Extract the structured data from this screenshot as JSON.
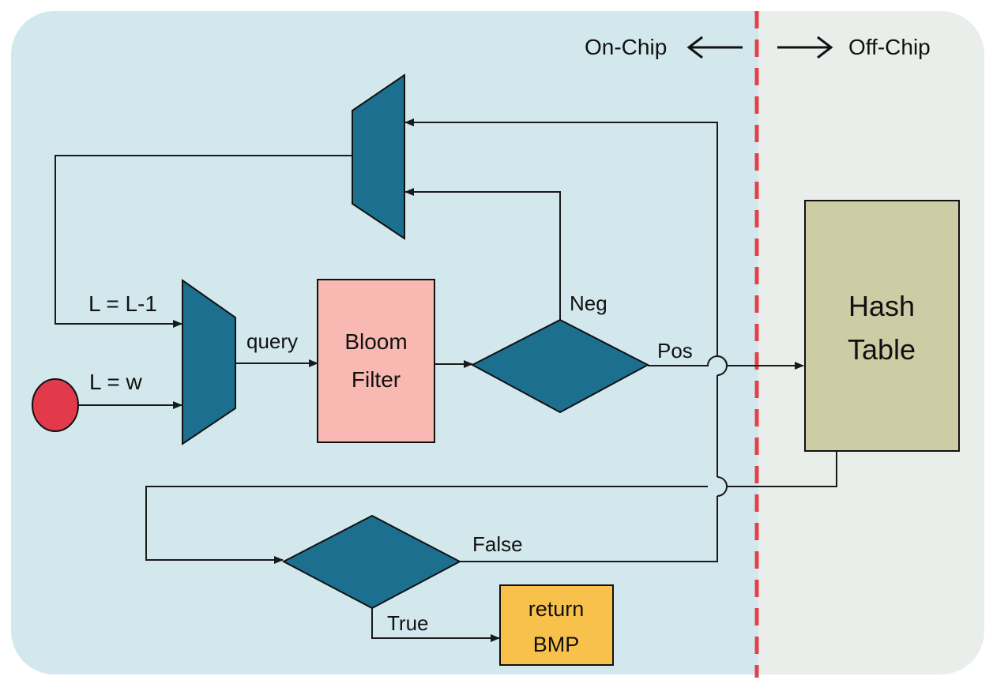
{
  "colors": {
    "on_chip_bg": "#d3e8ed",
    "off_chip_bg": "#e9eeea",
    "divider": "#e2414b",
    "mux_fill": "#1d6f8f",
    "decision_fill": "#1d6f8f",
    "bloom_fill": "#f9b9b3",
    "hash_fill": "#cdcca5",
    "return_fill": "#f8c14c",
    "start_fill": "#e23a4a",
    "wire": "#1a1a1a"
  },
  "regions": {
    "on_chip_label": "On-Chip",
    "off_chip_label": "Off-Chip"
  },
  "nodes": {
    "bloom_filter": {
      "line1": "Bloom",
      "line2": "Filter"
    },
    "hash_table": {
      "line1": "Hash",
      "line2": "Table"
    },
    "return_bmp": {
      "line1": "return",
      "line2": "BMP"
    }
  },
  "edges": {
    "feedback": "L = L-1",
    "init": "L = w",
    "query": "query",
    "neg": "Neg",
    "pos": "Pos",
    "false": "False",
    "true": "True"
  }
}
